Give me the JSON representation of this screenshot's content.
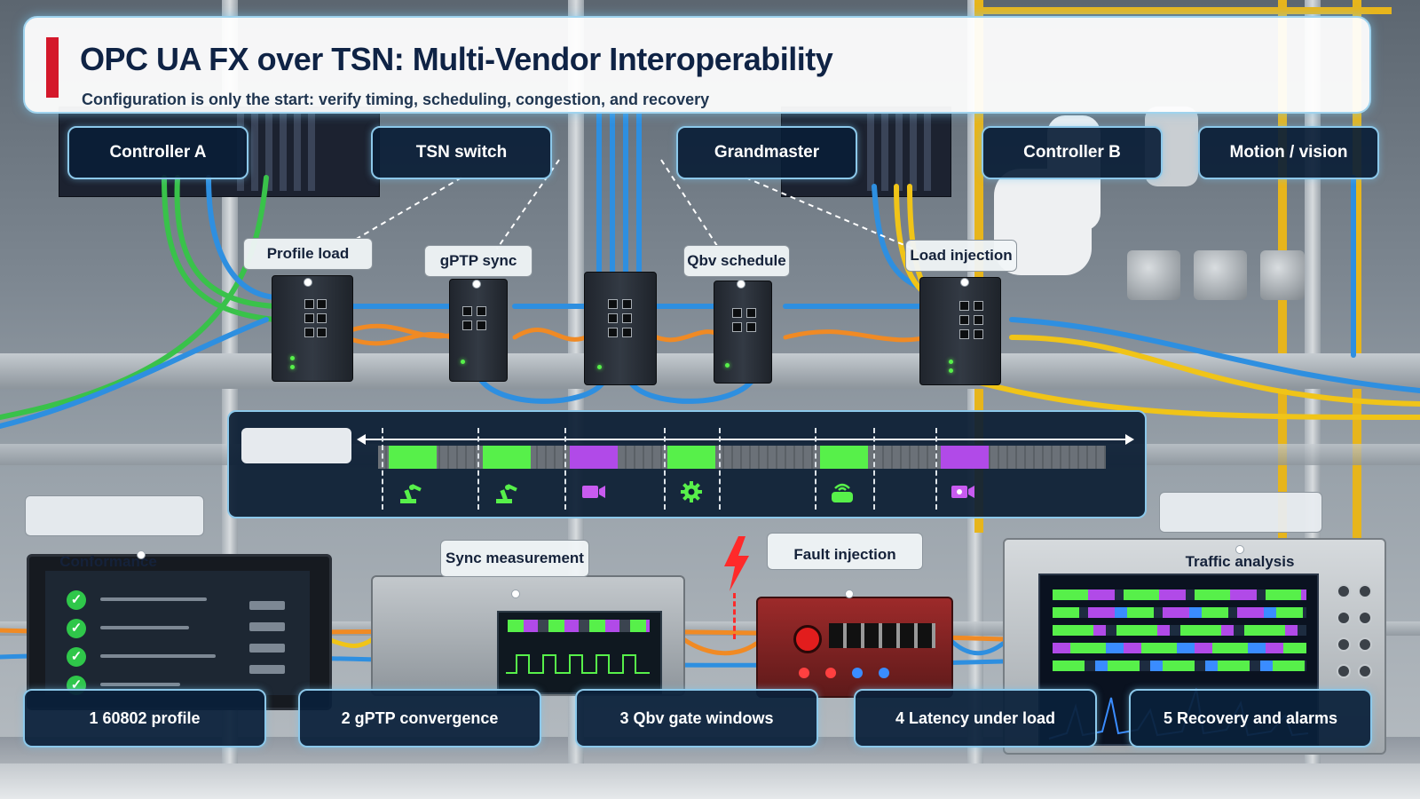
{
  "title": "OPC UA FX over TSN: Multi-Vendor Interoperability",
  "subtitle": "Configuration is only the start: verify timing, scheduling, congestion, and recovery",
  "devices": [
    "Controller A",
    "TSN switch",
    "Grandmaster",
    "Controller B",
    "Motion / vision"
  ],
  "checkpoints": [
    "Profile load",
    "gPTP sync",
    "Qbv schedule",
    "Load injection"
  ],
  "stations": {
    "conformance": "Conformance",
    "sync": "Sync measurement",
    "fault": "Fault injection",
    "traffic": "Traffic analysis"
  },
  "steps": [
    "1 60802 profile",
    "2 gPTP convergence",
    "3 Qbv gate windows",
    "4 Latency under load",
    "5 Recovery and alarms"
  ],
  "timeline_icons": [
    "robot-arm-icon",
    "robot-arm-icon",
    "camera-icon",
    "gear-icon",
    "drive-icon",
    "camera-icon"
  ],
  "colors": {
    "accent_red": "#d4182b",
    "title_text": "#0f2345",
    "panel_border": "#8cc8ea",
    "green_slot": "#57f04a",
    "purple_slot": "#b14ae8",
    "cable_blue": "#2e8fe0",
    "cable_green": "#39c24a",
    "cable_yellow": "#f0c418",
    "cable_orange": "#f08a24"
  }
}
